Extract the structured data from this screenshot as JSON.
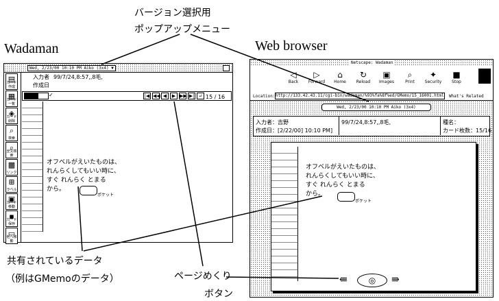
{
  "labels": {
    "version_popup": [
      "バージョン選択用",
      "ポップアップメニュー"
    ],
    "wadaman": "Wadaman",
    "web_browser": "Web browser",
    "shared_data": [
      "共有されているデータ",
      "（例はGMemoのデータ）"
    ],
    "page_turn": [
      "ページめくり",
      "ボタン"
    ]
  },
  "wadaman": {
    "popup_value": "Wed, 2/23/00 10:10 PM  Aiko (3x4) ▼",
    "input_label": "入力者",
    "input_value": "99/7/24,8:57,,8毛,",
    "date_label": "作成日",
    "page_count": "15 / 16",
    "tools": [
      {
        "glyph": "▤",
        "label": "カード作成"
      },
      {
        "glyph": "▦",
        "label": "カード一覧"
      },
      {
        "glyph": "◈",
        "label": "カード削除"
      },
      {
        "glyph": "⌕",
        "label": "検索"
      },
      {
        "glyph": "⌕",
        "label": "全文検索"
      },
      {
        "glyph": "▩",
        "label": "リンク"
      },
      {
        "glyph": "⊞",
        "label": "ラベル"
      },
      {
        "glyph": "▣",
        "label": "カード移動"
      },
      {
        "glyph": "▪",
        "label": "カード保存"
      },
      {
        "glyph": "▭",
        "label": "他へ移動"
      }
    ],
    "page_buttons": [
      "|◀",
      "◀◀",
      "◀",
      "▶",
      "▶▶",
      "▶|",
      "↵"
    ],
    "memo_lines": [
      "オフベルがえいたものは、",
      "れんらくしてもいい時に、",
      "すぐ れんらく とまる",
      "から。"
    ],
    "memo_sign": "ポケット"
  },
  "browser": {
    "title": "Netscape: Wadaman",
    "nav_buttons": [
      {
        "glyph": "◁",
        "label": "Back"
      },
      {
        "glyph": "▷",
        "label": "Forward"
      },
      {
        "glyph": "⌂",
        "label": "Home"
      },
      {
        "glyph": "↻",
        "label": "Reload"
      },
      {
        "glyph": "▣",
        "label": "Images"
      },
      {
        "glyph": "⌕",
        "label": "Print"
      },
      {
        "glyph": "✦",
        "label": "Security"
      },
      {
        "glyph": "■",
        "label": "Stop"
      }
    ],
    "location_label": "Location:",
    "url": "http://133.42.43.11/cgi-bin/wadaman/%93%fa%8f%ed/GMemo/15_16001.html",
    "whats_related": "What's Related",
    "version_popup": "Wed, 2/23/00 10:10 PM   Aiko (3x4)",
    "input_label": "入力者：吉野",
    "date_label": "作成日：[2/22/00] 10:10 PM]",
    "input_value": "99/7/24,8:57,,8毛,",
    "cat_label": "種名：",
    "page_label": "カード枚数：15/16",
    "nav_center": "◎"
  }
}
